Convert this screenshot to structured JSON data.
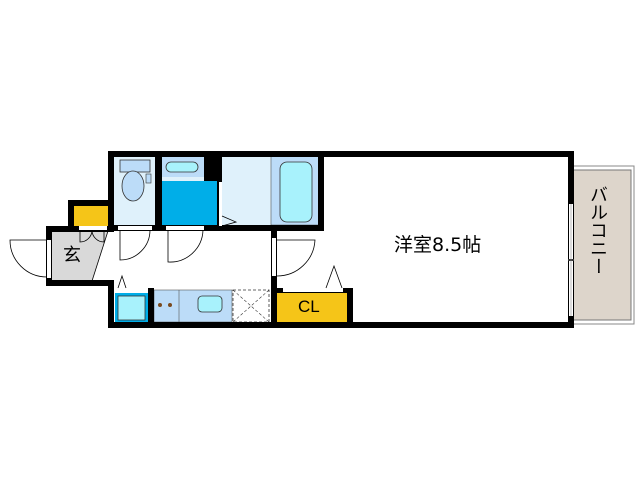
{
  "floorplan": {
    "rooms": {
      "western_room": {
        "label": "洋室8.5帖"
      },
      "entrance": {
        "label": "玄"
      },
      "closet": {
        "label": "CL"
      },
      "balcony": {
        "label": "バルコニー"
      }
    },
    "colors": {
      "wall": "#000000",
      "closet_yellow": "#f5c518",
      "washroom_light_blue": "#dff1fb",
      "fixture_blue": "#bcdcf8",
      "fixture_cyan": "#a8f2fc",
      "washer_blue": "#00aee8",
      "entrance_gray": "#d9d9d9",
      "balcony_beige": "#ddd5cb"
    }
  }
}
